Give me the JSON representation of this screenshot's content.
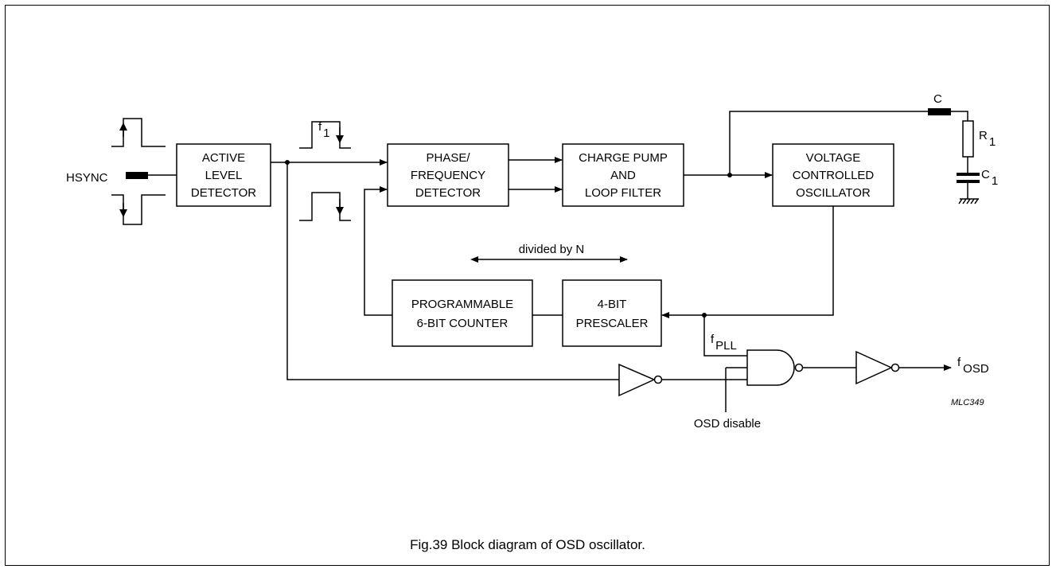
{
  "diagram": {
    "blocks": {
      "active_level_detector": [
        "ACTIVE",
        "LEVEL",
        "DETECTOR"
      ],
      "phase_frequency_detector": [
        "PHASE/",
        "FREQUENCY",
        "DETECTOR"
      ],
      "charge_pump": [
        "CHARGE PUMP",
        "AND",
        "LOOP FILTER"
      ],
      "vco": [
        "VOLTAGE",
        "CONTROLLED",
        "OSCILLATOR"
      ],
      "counter": [
        "PROGRAMMABLE",
        "6-BIT COUNTER"
      ],
      "prescaler": [
        "4-BIT",
        "PRESCALER"
      ]
    },
    "labels": {
      "hsync": "HSYNC",
      "f1_main": "f",
      "f1_sub": "1",
      "divided_by_n": "divided by N",
      "c": "C",
      "r1_main": "R",
      "r1_sub": "1",
      "c1_main": "C",
      "c1_sub": "1",
      "fpll_main": "f",
      "fpll_sub": "PLL",
      "fosd_main": "f",
      "fosd_sub": "OSD",
      "osd_disable": "OSD disable",
      "figure_code": "MLC349"
    },
    "caption": "Fig.39  Block diagram of OSD oscillator."
  }
}
